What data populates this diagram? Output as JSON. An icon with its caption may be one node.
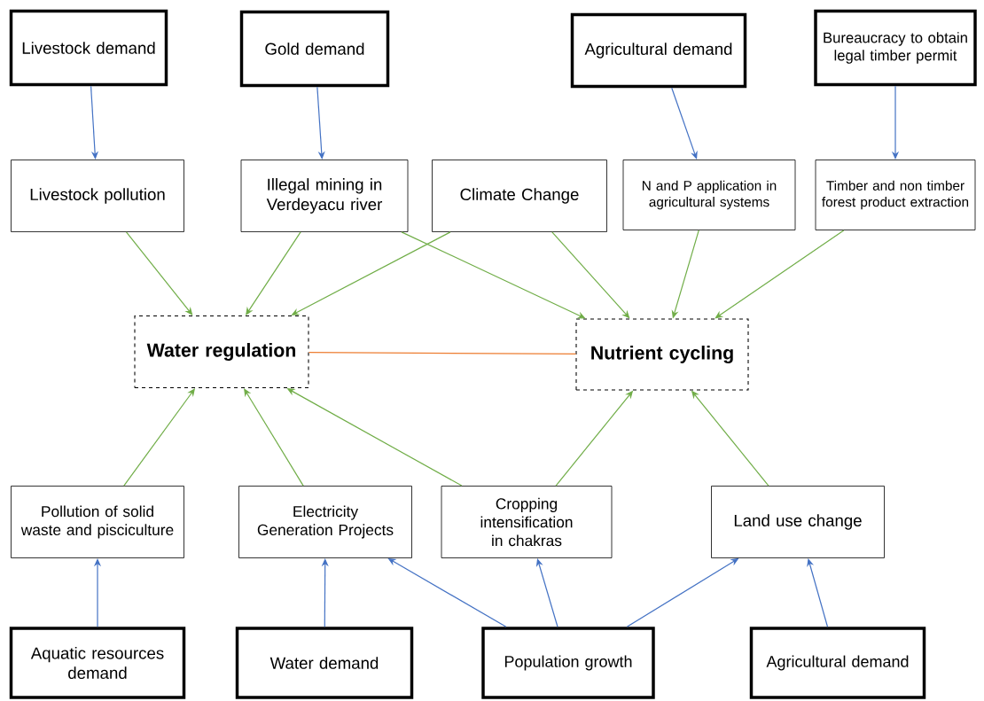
{
  "diagram": {
    "nodes": [
      {
        "text": [
          "Livestock demand"
        ]
      },
      {
        "text": [
          "Gold demand"
        ]
      },
      {
        "text": [
          "Agricultural demand"
        ]
      },
      {
        "text": [
          "Bureaucracy to obtain legal timber permit"
        ]
      },
      {
        "text": [
          "Livestock pollution"
        ]
      },
      {
        "text": [
          "Illegal mining in Verdeyacu river"
        ]
      },
      {
        "text": [
          "Climate Change"
        ]
      },
      {
        "text": [
          "N and P application in agricultural systems"
        ]
      },
      {
        "text": [
          "Timber and non timber forest product extraction"
        ]
      },
      {
        "text": [
          "Water regulation"
        ]
      },
      {
        "text": [
          "Nutrient cycling"
        ]
      },
      {
        "text": [
          "Pollution of solid waste and pisciculture"
        ]
      },
      {
        "text": [
          "Electricity Generation Projects"
        ]
      },
      {
        "text": [
          "Cropping intensification in chakras"
        ]
      },
      {
        "text": [
          "Land use change"
        ]
      },
      {
        "text": [
          "Aquatic resources demand"
        ]
      },
      {
        "text": [
          "Water demand"
        ]
      },
      {
        "text": [
          "Population growth"
        ]
      },
      {
        "text": [
          "Agricultural demand"
        ]
      }
    ],
    "edges": [
      {
        "from": 0,
        "to": 4,
        "arrow": "to",
        "color": "#4472c4"
      },
      {
        "from": 1,
        "to": 5,
        "arrow": "to",
        "color": "#4472c4"
      },
      {
        "from": 2,
        "to": 7,
        "arrow": "to",
        "color": "#4472c4"
      },
      {
        "from": 3,
        "to": 8,
        "arrow": "to",
        "color": "#4472c4"
      },
      {
        "from": 4,
        "to": 9,
        "arrow": "to"
      },
      {
        "from": 5,
        "to": 9,
        "arrow": "to"
      },
      {
        "from": 6,
        "to": 9,
        "arrow": "to"
      },
      {
        "from": 5,
        "to": 10,
        "arrow": "to"
      },
      {
        "from": 6,
        "to": 10,
        "arrow": "to"
      },
      {
        "from": 7,
        "to": 10,
        "arrow": "to"
      },
      {
        "from": 8,
        "to": 10,
        "arrow": "to"
      },
      {
        "from": 9,
        "to": 10,
        "arrow": "none",
        "color": "#ed7d31"
      },
      {
        "from": 11,
        "to": 9,
        "arrow": "to"
      },
      {
        "from": 12,
        "to": 9,
        "arrow": "to"
      },
      {
        "from": 13,
        "to": 9,
        "arrow": "to"
      },
      {
        "from": 13,
        "to": 10,
        "arrow": "to"
      },
      {
        "from": 14,
        "to": 10,
        "arrow": "to"
      },
      {
        "from": 15,
        "to": 11,
        "arrow": "to",
        "color": "#4472c4"
      },
      {
        "from": 16,
        "to": 12,
        "arrow": "to",
        "color": "#4472c4"
      },
      {
        "from": 17,
        "to": 12,
        "arrow": "to",
        "color": "#4472c4"
      },
      {
        "from": 17,
        "to": 13,
        "arrow": "to",
        "color": "#4472c4"
      },
      {
        "from": 17,
        "to": 14,
        "arrow": "to",
        "color": "#4472c4"
      },
      {
        "from": 18,
        "to": 14,
        "arrow": "to",
        "color": "#4472c4"
      }
    ]
  }
}
